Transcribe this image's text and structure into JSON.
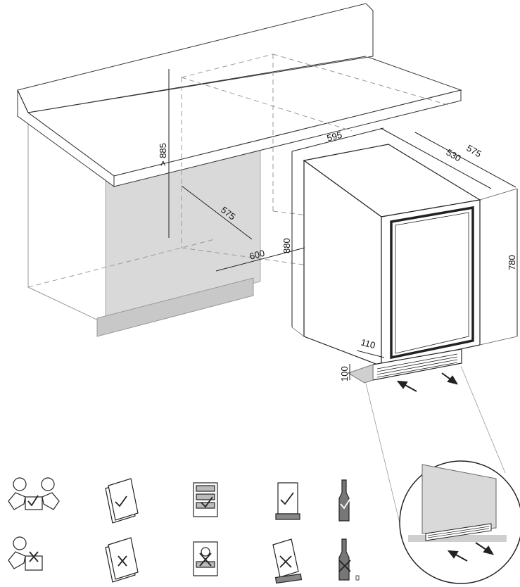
{
  "dimensions": {
    "counter_height": "> 885",
    "niche_depth": "575",
    "niche_width": "600",
    "unit_width": "595",
    "unit_depth_body": "530",
    "unit_depth_total": "575",
    "unit_height_total": "880",
    "unit_height_body": "780",
    "grille_depth": "110",
    "grille_height": "100"
  },
  "colors": {
    "line": "#222222",
    "cabinet_side": "#d9d9d9",
    "cabinet_base": "#c8c8c8",
    "counter_fill": "#ffffff",
    "hidden_line": "#9a9a9a",
    "accent": "#000000"
  },
  "pictograms": [
    {
      "row": "do",
      "icons": [
        "two-person-lift-icon",
        "manual-ok-icon",
        "packing-list-ok-icon",
        "upright-unit-ok-icon",
        "bottle-upright-ok-icon"
      ]
    },
    {
      "row": "dont",
      "icons": [
        "one-person-lift-forbidden-icon",
        "manual-forbidden-icon",
        "packing-list-forbidden-icon",
        "tilted-unit-forbidden-icon",
        "bottle-forbidden-icon"
      ]
    }
  ]
}
